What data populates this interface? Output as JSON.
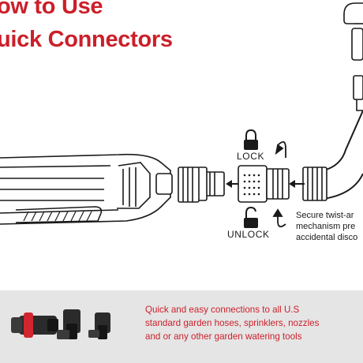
{
  "title": {
    "line1": "ow to Use",
    "line2": "uick Connectors"
  },
  "labels": {
    "lock": "LOCK",
    "unlock": "UNLOCK"
  },
  "description": {
    "lines": [
      "Secure twist-ar",
      "mechanism pre",
      "accidental disco"
    ]
  },
  "footer": {
    "lines": [
      "Quick and easy connections to all U.S",
      "standard garden hoses, sprinklers, nozzles",
      "and or any other garden watering tools"
    ]
  },
  "colors": {
    "brand_red": "#cc1f2a",
    "footer_bg": "#e5e5e5",
    "line_art": "#1a1a1a"
  },
  "icons": [
    "lock-closed-icon",
    "lock-open-icon",
    "rotate-arrow-icon",
    "direction-arrow-icon"
  ]
}
